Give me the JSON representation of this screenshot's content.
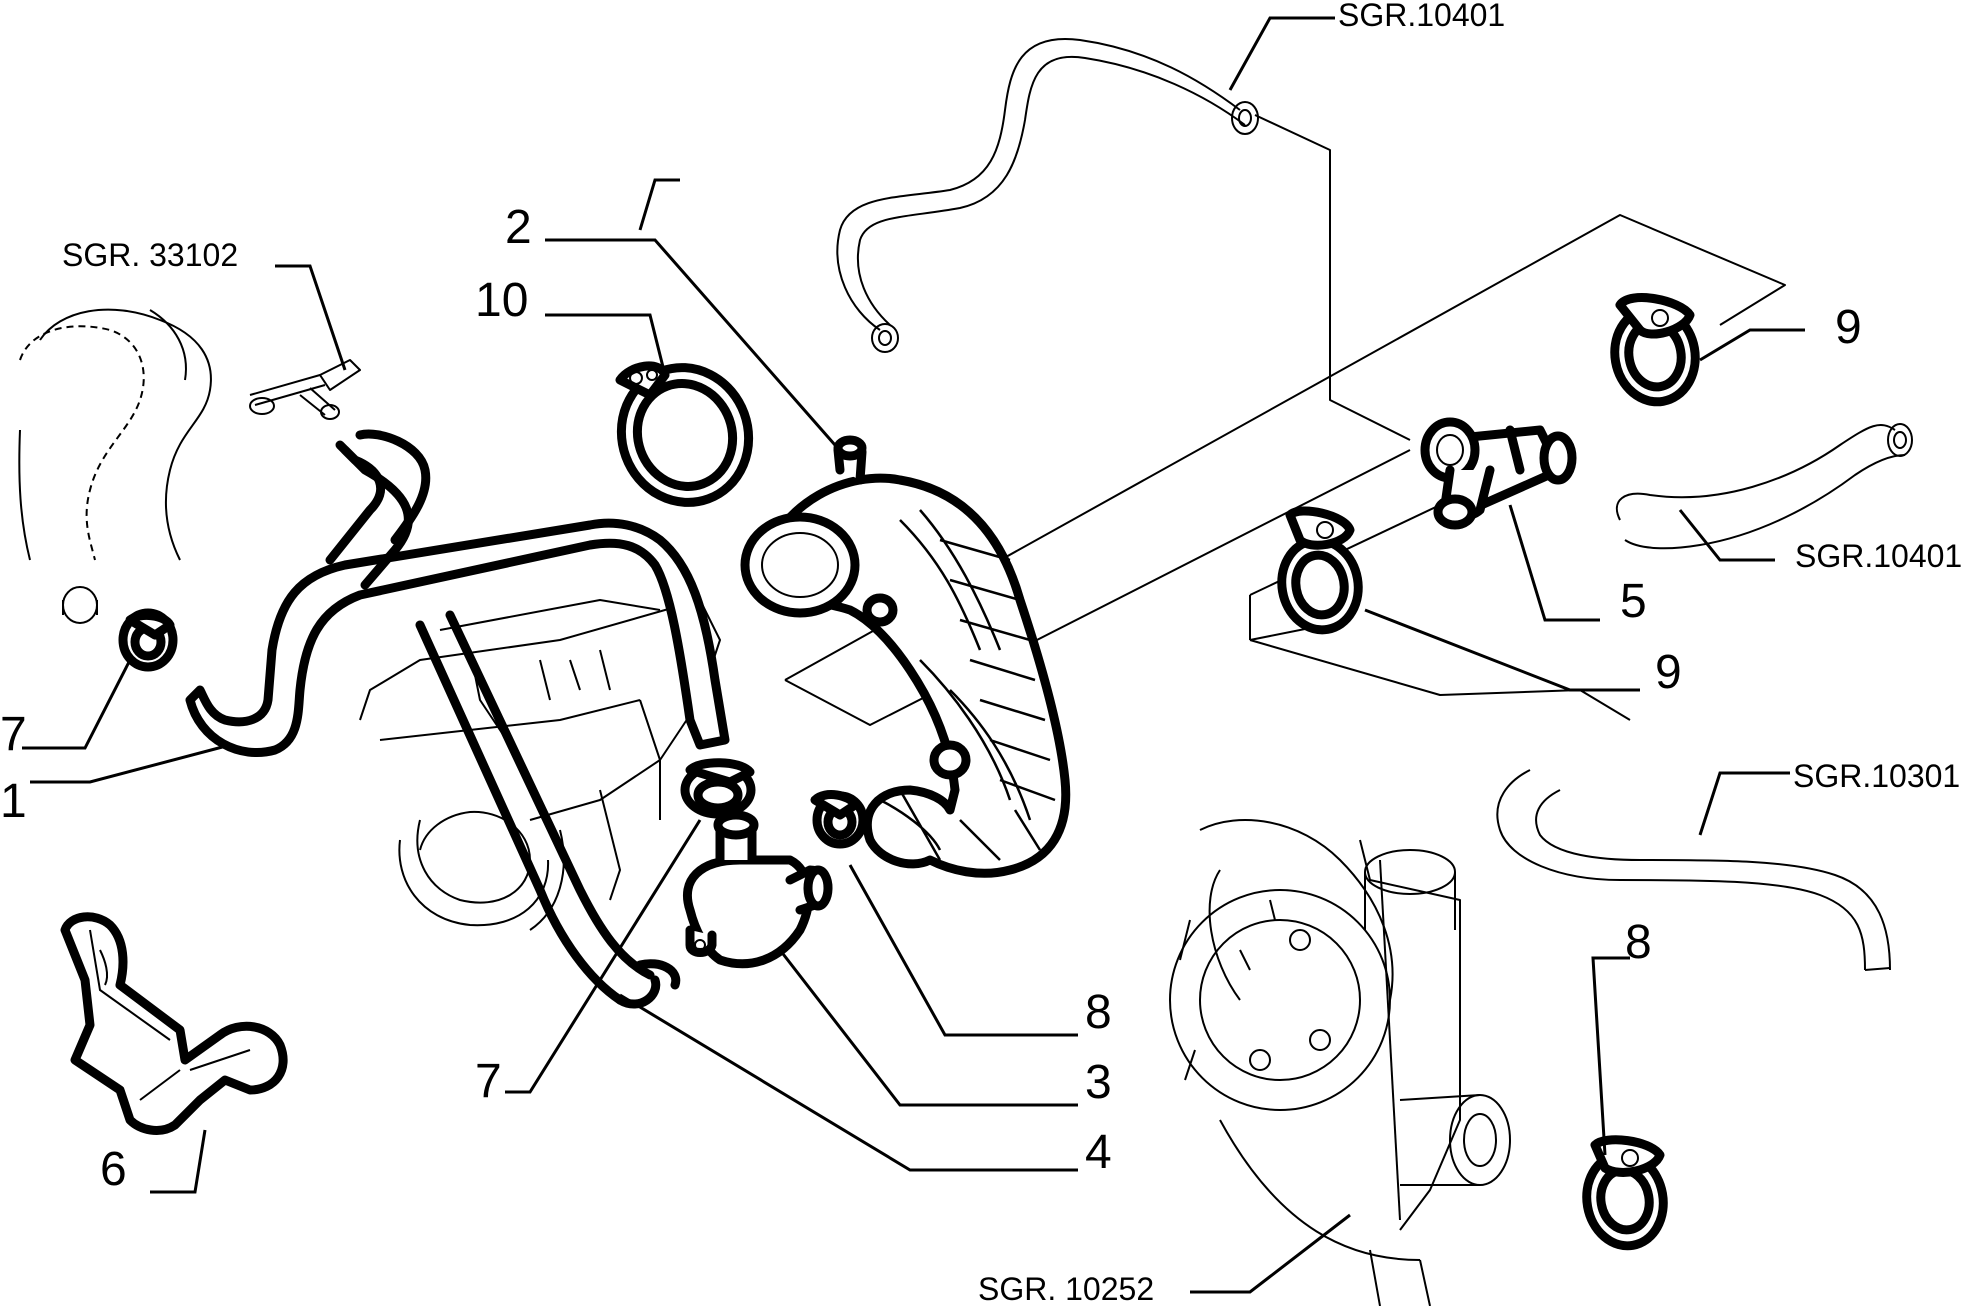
{
  "callouts": {
    "c1": "1",
    "c2": "2",
    "c3": "3",
    "c4": "4",
    "c5": "5",
    "c6": "6",
    "c7a": "7",
    "c7b": "7",
    "c8a": "8",
    "c8b": "8",
    "c9a": "9",
    "c9b": "9",
    "c10": "10"
  },
  "references": {
    "r_33102": "SGR. 33102",
    "r_10401_top": "SGR.10401",
    "r_10401_right": "SGR.10401",
    "r_10301": "SGR.10301",
    "r_10252": "SGR. 10252"
  }
}
